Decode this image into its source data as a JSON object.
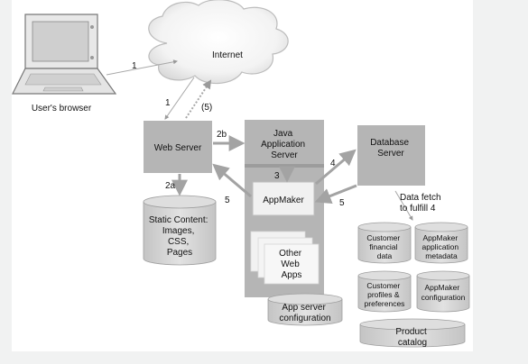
{
  "nodes": {
    "browser": {
      "label": "User's browser"
    },
    "internet": {
      "label": "Internet"
    },
    "web_server": {
      "label": "Web Server"
    },
    "java_app_server": {
      "line1": "Java",
      "line2": "Application",
      "line3": "Server"
    },
    "appmaker": {
      "label": "AppMaker"
    },
    "other_apps": {
      "line1": "Other",
      "line2": "Web",
      "line3": "Apps"
    },
    "app_server_config": {
      "line1": "App server",
      "line2": "configuration"
    },
    "database_server": {
      "line1": "Database",
      "line2": "Server"
    },
    "static_content": {
      "line1": "Static Content:",
      "line2": "Images,",
      "line3": "CSS,",
      "line4": "Pages"
    },
    "customer_financial": {
      "line1": "Customer",
      "line2": "financial",
      "line3": "data"
    },
    "appmaker_metadata": {
      "line1": "AppMaker",
      "line2": "application",
      "line3": "metadata"
    },
    "customer_profiles": {
      "line1": "Customer",
      "line2": "profiles &",
      "line3": "preferences"
    },
    "appmaker_config": {
      "line1": "AppMaker",
      "line2": "configuration"
    },
    "product_catalog": {
      "line1": "Product",
      "line2": "catalog"
    }
  },
  "edges": {
    "browser_to_internet": "1",
    "internet_to_web": "1",
    "web_to_internet": "(5)",
    "web_to_java": "2b",
    "web_to_static": "2a",
    "java_to_appmaker": "3",
    "appmaker_to_db": "4",
    "db_to_appmaker": "5",
    "appmaker_to_web": "5",
    "data_fetch": {
      "line1": "Data fetch",
      "line2": "to fulfill 4"
    }
  },
  "colors": {
    "page_bg": "#f1f2f2",
    "canvas_bg": "#ffffff",
    "server_box": "#b5b5b5",
    "cylinder_fill": "#d6d6d6",
    "arrow": "#9a9a9a"
  }
}
